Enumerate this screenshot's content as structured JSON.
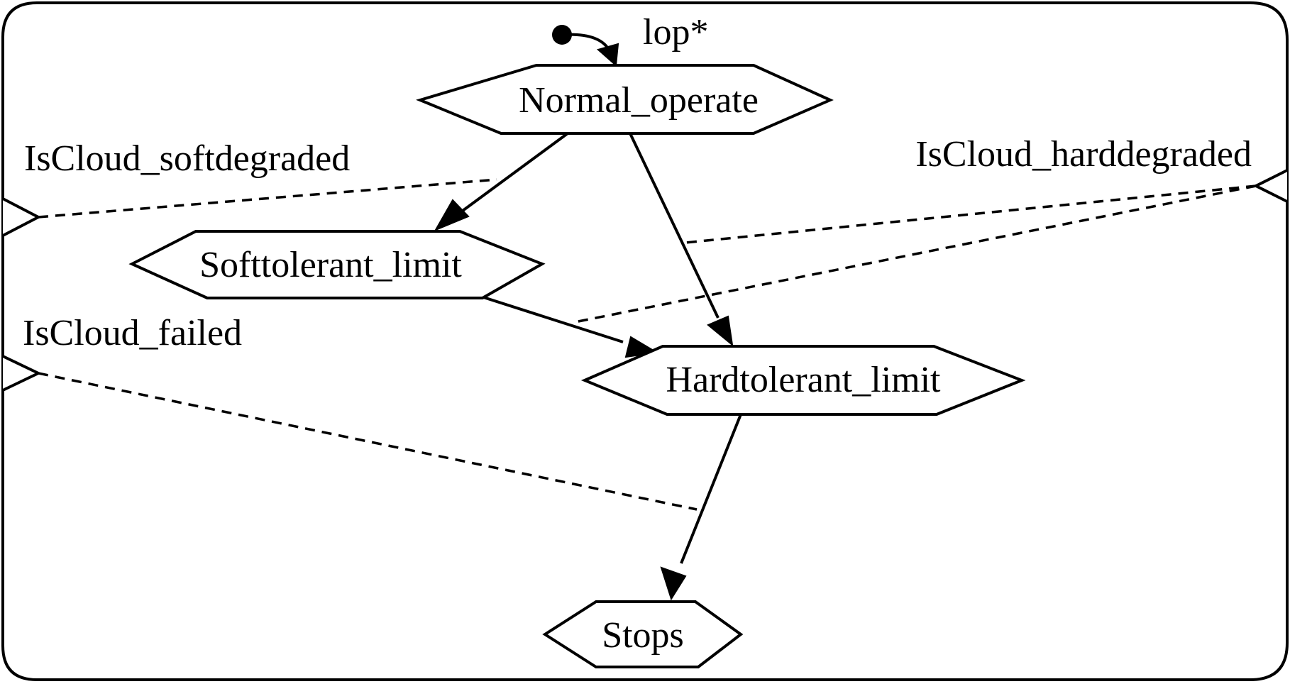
{
  "colors": {
    "stroke": "#000000",
    "background": "#ffffff"
  },
  "diagram": {
    "initial_marker_label": "lop*",
    "states": {
      "normal_operate": "Normal_operate",
      "softtolerant_limit": "Softtolerant_limit",
      "hardtolerant_limit": "Hardtolerant_limit",
      "stops": "Stops"
    },
    "inputs": {
      "softdegraded": "IsCloud_softdegraded",
      "harddegraded": "IsCloud_harddegraded",
      "failed": "IsCloud_failed"
    }
  }
}
